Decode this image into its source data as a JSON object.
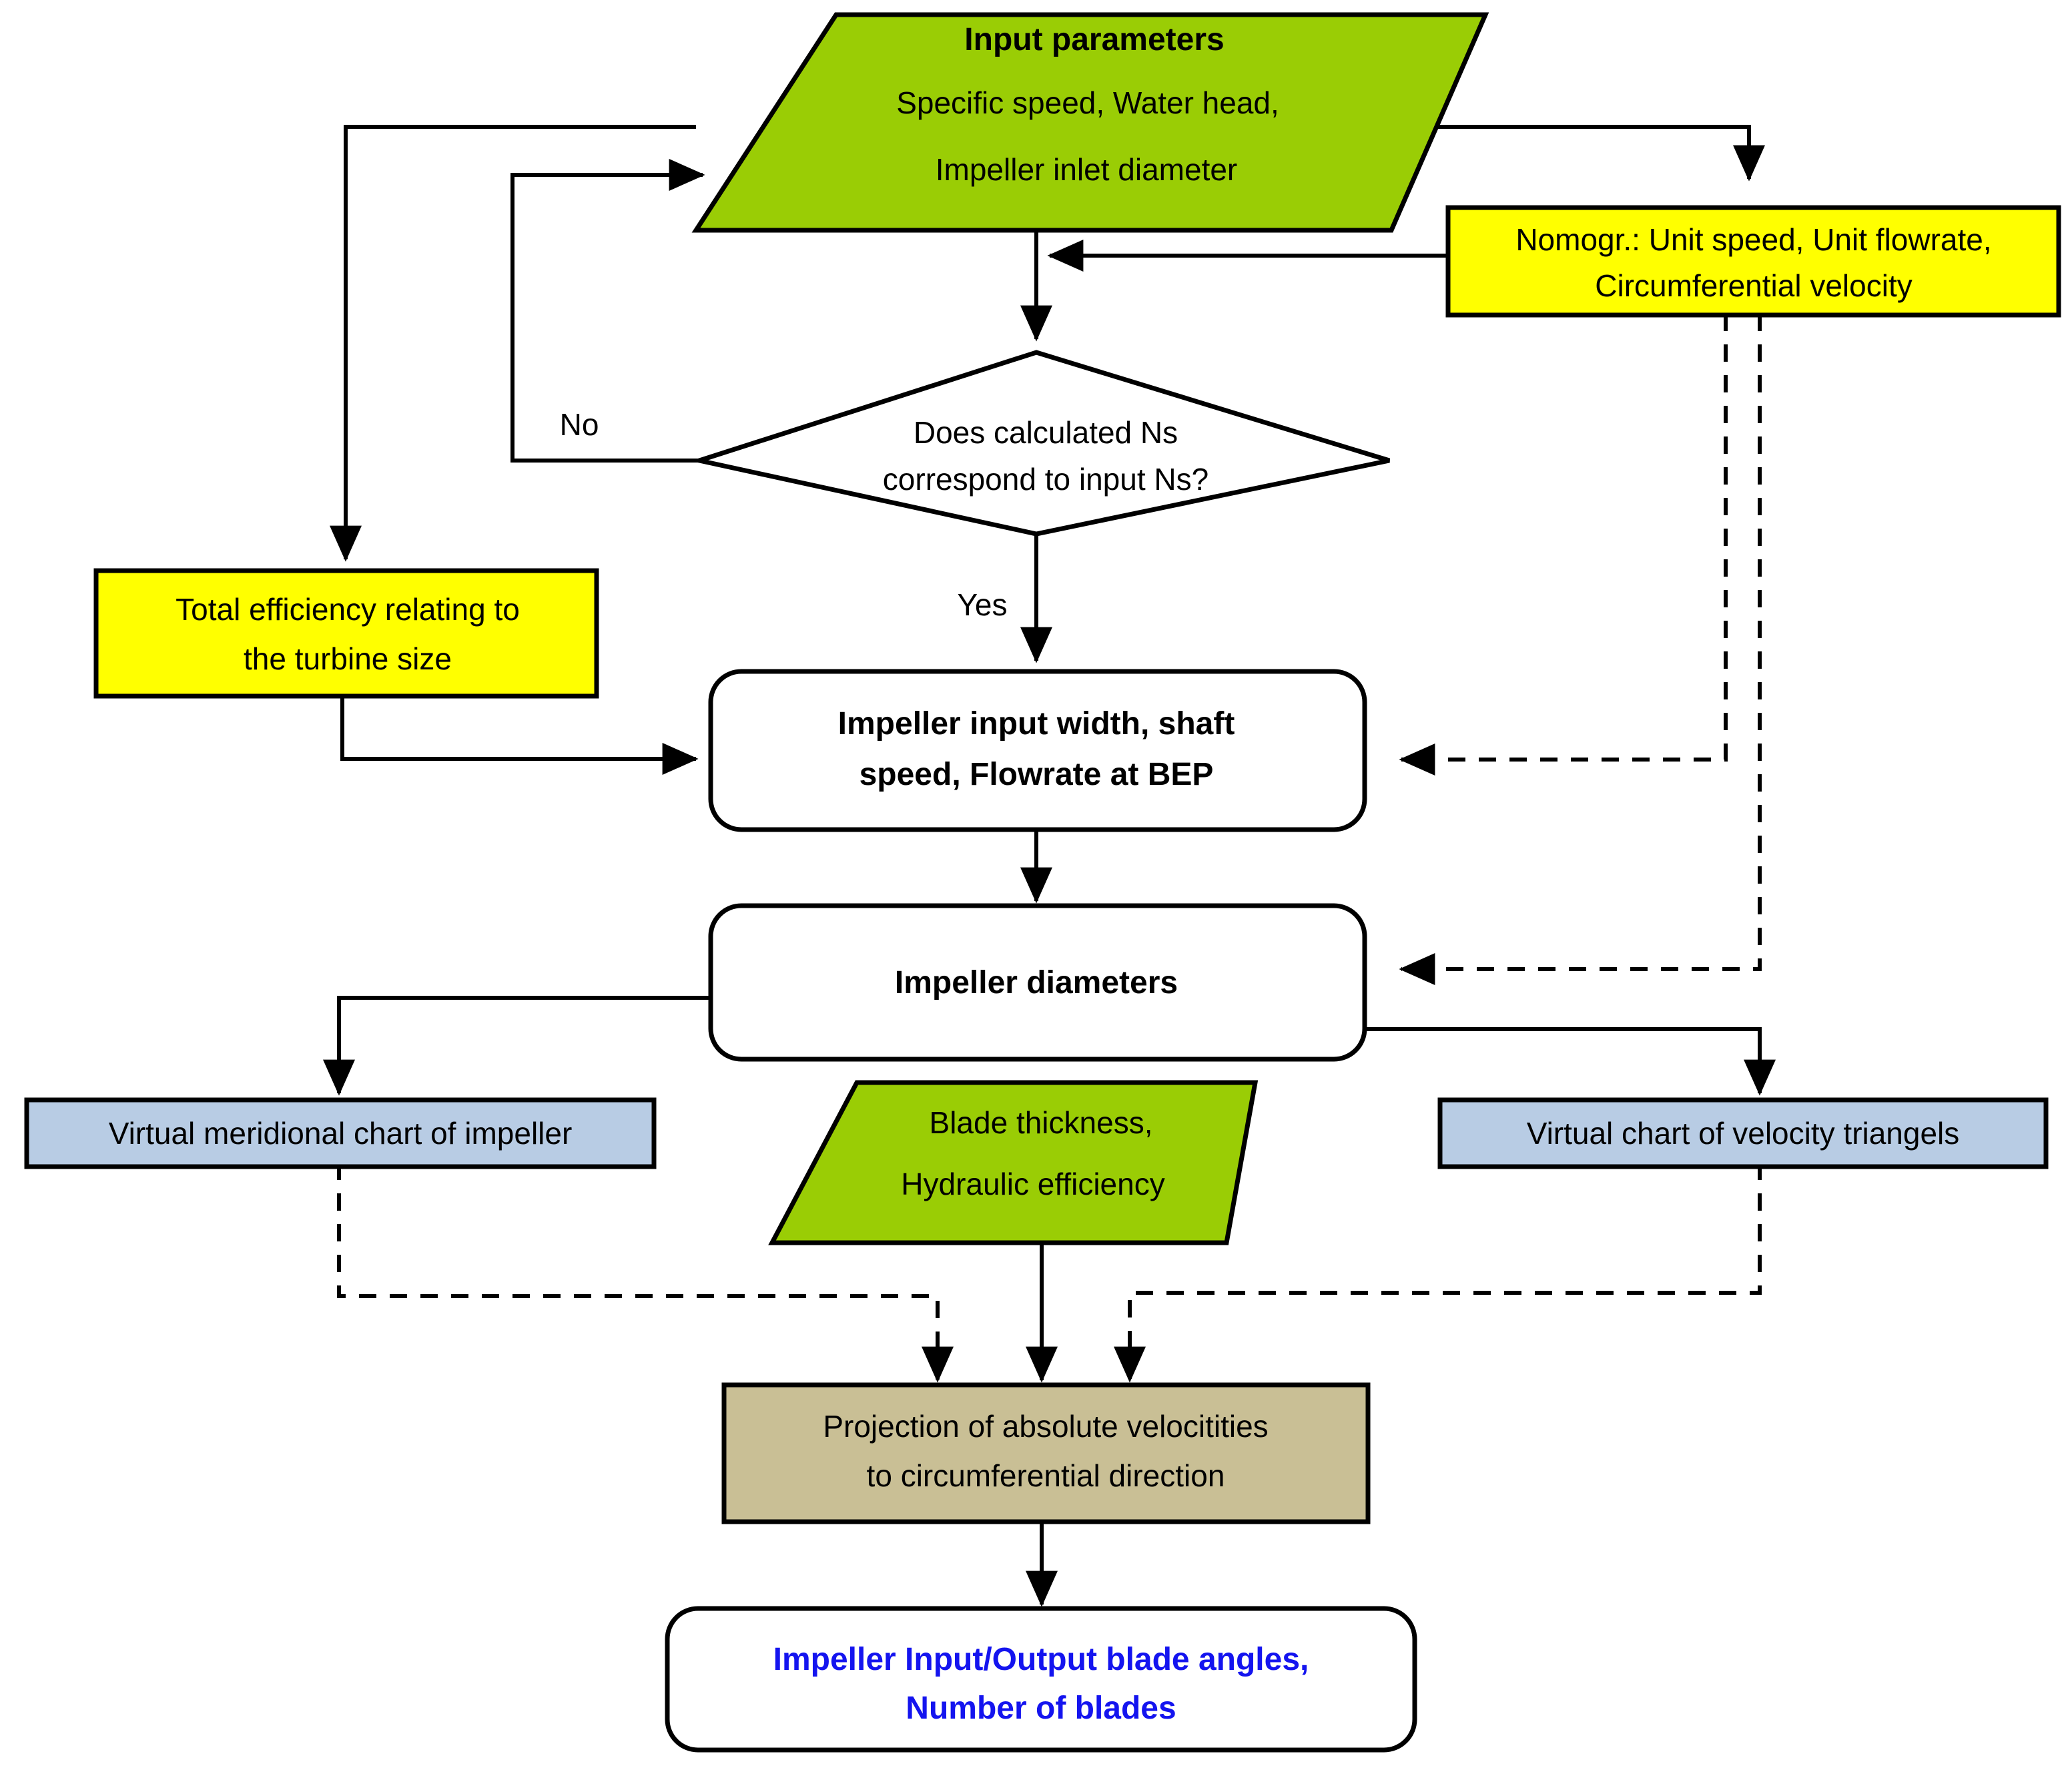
{
  "diagram": {
    "title": "Turbine impeller design flowchart",
    "colors": {
      "green": "#9ACD05",
      "yellow": "#FFFF00",
      "blue": "#B8CCE4",
      "tan": "#C9BF95",
      "white": "#FFFFFF",
      "border": "#000000",
      "accent_text": "#1414EF"
    },
    "nodes": {
      "input_parameters": {
        "shape": "parallelogram",
        "line1": "Input parameters",
        "line2": "Specific speed, Water head,",
        "line3": "Impeller inlet diameter"
      },
      "nomogram": {
        "shape": "rectangle",
        "line1": "Nomogr.: Unit speed, Unit flowrate,",
        "line2": "Circumferential velocity"
      },
      "decision_ns": {
        "shape": "diamond",
        "line1": "Does calculated Ns",
        "line2": "correspond to input Ns?"
      },
      "total_efficiency": {
        "shape": "rectangle",
        "line1": "Total efficiency relating to",
        "line2": "the turbine size"
      },
      "impeller_input_width": {
        "shape": "rounded-rectangle",
        "line1": "Impeller input width, shaft",
        "line2": "speed, Flowrate at BEP"
      },
      "impeller_diameters": {
        "shape": "rounded-rectangle",
        "line1": "Impeller diameters"
      },
      "meridional_chart": {
        "shape": "rectangle",
        "line1": "Virtual meridional chart of impeller"
      },
      "blade_thickness": {
        "shape": "parallelogram",
        "line1": "Blade thickness,",
        "line2": "Hydraulic efficiency"
      },
      "velocity_triangles_chart": {
        "shape": "rectangle",
        "line1": "Virtual chart of velocity triangels"
      },
      "projection": {
        "shape": "rectangle",
        "line1": "Projection of absolute velocitities",
        "line2": "to circumferential direction"
      },
      "blade_angles": {
        "shape": "rounded-rectangle",
        "line1": "Impeller Input/Output blade angles,",
        "line2": "Number of blades"
      }
    },
    "edge_labels": {
      "no": "No",
      "yes": "Yes"
    }
  }
}
